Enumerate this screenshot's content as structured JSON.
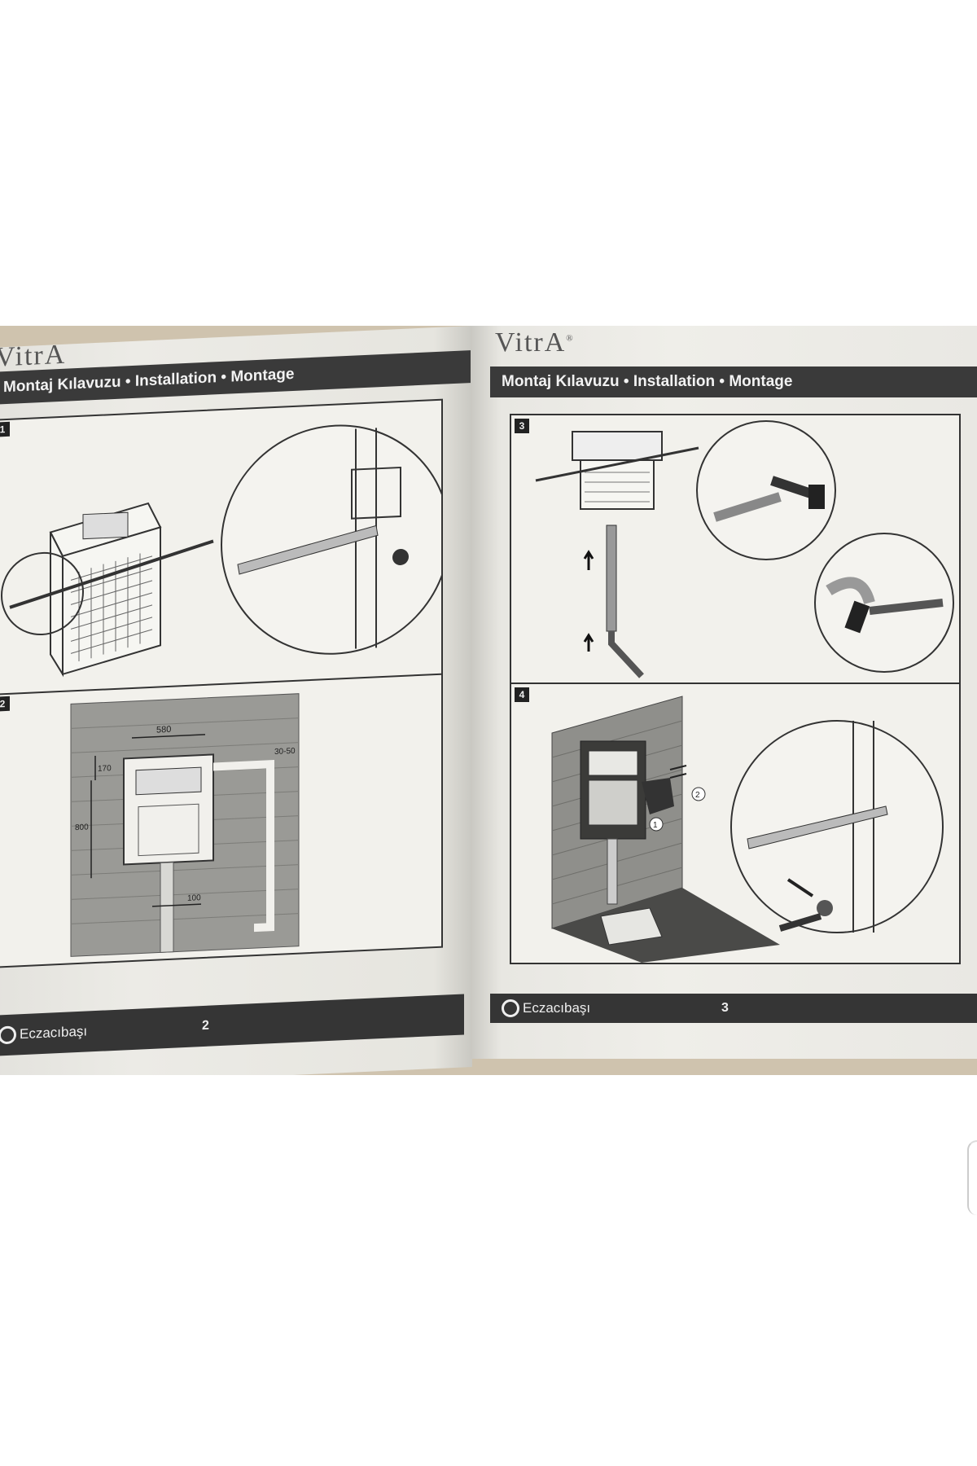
{
  "left_page": {
    "logo": "VitrA",
    "header": "Montaj Kılavuzu • Installation • Montage",
    "steps": [
      "1",
      "2"
    ],
    "dimensions": {
      "width": "580",
      "top": "170",
      "height": "800",
      "side": "30-50",
      "offset": "100"
    },
    "footer_brand": "Eczacıbaşı",
    "page_number": "2"
  },
  "right_page": {
    "logo": "VitrA",
    "logo_mark": "®",
    "header": "Montaj Kılavuzu • Installation • Montage",
    "steps": [
      "3",
      "4"
    ],
    "callouts": [
      "1",
      "2"
    ],
    "footer_brand": "Eczacıbaşı",
    "page_number": "3"
  }
}
